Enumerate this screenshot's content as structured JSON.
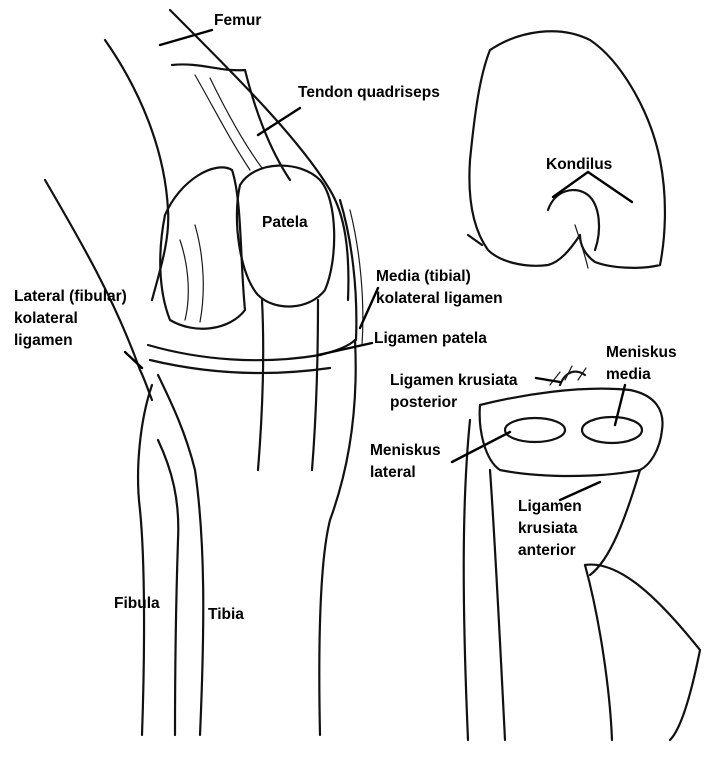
{
  "labels": {
    "femur": "Femur",
    "tendon_quadriseps": "Tendon quadriseps",
    "patela": "Patela",
    "kondilus": "Kondilus",
    "media_collateral_line1": "Media (tibial)",
    "media_collateral_line2": "kolateral ligamen",
    "lateral_collateral_line1": "Lateral (fibular)",
    "lateral_collateral_line2": "kolateral",
    "lateral_collateral_line3": "ligamen",
    "ligamen_patela": "Ligamen patela",
    "meniskus_media_line1": "Meniskus",
    "meniskus_media_line2": "media",
    "lig_posterior_line1": "Ligamen krusiata",
    "lig_posterior_line2": "posterior",
    "meniskus_lateral_line1": "Meniskus",
    "meniskus_lateral_line2": "lateral",
    "lig_anterior_line1": "Ligamen",
    "lig_anterior_line2": "krusiata",
    "lig_anterior_line3": "anterior",
    "fibula": "Fibula",
    "tibia": "Tibia"
  }
}
